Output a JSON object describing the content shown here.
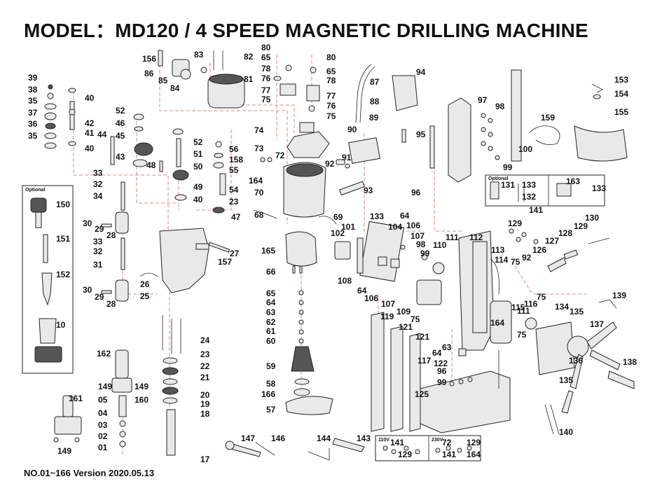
{
  "title": "MODEL：MD120 / 4 SPEED MAGNETIC DRILLING MACHINE",
  "footer": "NO.01~166 Version 2020.05.13",
  "optional_label": "Optional",
  "voltage_110": "110V",
  "voltage_230": "230V",
  "labels": {
    "l39": "39",
    "l38": "38",
    "l35a": "35",
    "l37": "37",
    "l36": "36",
    "l35b": "35",
    "l40a": "40",
    "l42": "42",
    "l41": "41",
    "l40b": "40",
    "l52a": "52",
    "l46": "46",
    "l44": "44",
    "l45": "45",
    "l43": "43",
    "l48": "48",
    "l52b": "52",
    "l51": "51",
    "l50": "50",
    "l49": "49",
    "l40c": "40",
    "l47": "47",
    "l56": "56",
    "l158": "158",
    "l55": "55",
    "l54": "54",
    "l23a": "23",
    "l156": "156",
    "l86": "86",
    "l85": "85",
    "l84": "84",
    "l83": "83",
    "l82": "82",
    "l81": "81",
    "l80a": "80",
    "l65a": "65",
    "l78a": "78",
    "l76a": "76",
    "l77a": "77",
    "l75a": "75",
    "l80b": "80",
    "l65b": "65",
    "l78b": "78",
    "l77b": "77",
    "l76b": "76",
    "l75b": "75",
    "l74": "74",
    "l73": "73",
    "l72": "72",
    "l92a": "92",
    "l164a": "164",
    "l70": "70",
    "l68": "68",
    "l69": "69",
    "l87": "87",
    "l88": "88",
    "l94": "94",
    "l89": "89",
    "l90": "90",
    "l91": "91",
    "l93": "93",
    "l95": "95",
    "l96a": "96",
    "l97": "97",
    "l98a": "98",
    "l99a": "99",
    "l100": "100",
    "l159": "159",
    "l153": "153",
    "l154": "154",
    "l155": "155",
    "l131": "131",
    "l133a": "133",
    "l132": "132",
    "l163": "163",
    "l133b": "133",
    "l33a": "33",
    "l32a": "32",
    "l34": "34",
    "l30a": "30",
    "l29a": "29",
    "l28a": "28",
    "l33b": "33",
    "l32b": "32",
    "l31": "31",
    "l30b": "30",
    "l29b": "29",
    "l28b": "28",
    "l150": "150",
    "l151": "151",
    "l152": "152",
    "l10": "10",
    "l26": "26",
    "l25": "25",
    "l27": "27",
    "l157": "157",
    "l24": "24",
    "l23b": "23",
    "l22": "22",
    "l21": "21",
    "l20": "20",
    "l19": "19",
    "l18": "18",
    "l17": "17",
    "l165": "165",
    "l66": "66",
    "l65c": "65",
    "l64a": "64",
    "l63a": "63",
    "l62": "62",
    "l61": "61",
    "l60": "60",
    "l59": "59",
    "l58": "58",
    "l166": "166",
    "l57": "57",
    "l133c": "133",
    "l102": "102",
    "l101": "101",
    "l104": "104",
    "l64b": "64",
    "l106a": "106",
    "l107a": "107",
    "l98b": "98",
    "l99b": "99",
    "l108": "108",
    "l110": "110",
    "l111a": "111",
    "l112": "112",
    "l113": "113",
    "l114": "114",
    "l64c": "64",
    "l106b": "106",
    "l107b": "107",
    "l109": "109",
    "l75c": "75",
    "l119": "119",
    "l121a": "121",
    "l121b": "121",
    "l64d": "64",
    "l117": "117",
    "l63b": "63",
    "l122": "122",
    "l96b": "96",
    "l99c": "99",
    "l125": "125",
    "l129a": "129",
    "l141a": "141",
    "l128": "128",
    "l129b": "129",
    "l130": "130",
    "l126": "126",
    "l127": "127",
    "l92b": "92",
    "l75d": "75",
    "l75e": "75",
    "l115": "115",
    "l116": "116",
    "l111b": "111",
    "l164b": "164",
    "l134": "134",
    "l135a": "135",
    "l75f": "75",
    "l139": "139",
    "l137": "137",
    "l136": "136",
    "l138": "138",
    "l135b": "135",
    "l140": "140",
    "l162": "162",
    "l149a": "149",
    "l149b": "149",
    "l05": "05",
    "l160": "160",
    "l04": "04",
    "l03": "03",
    "l02": "02",
    "l01": "01",
    "l161": "161",
    "l149c": "149",
    "l147": "147",
    "l146": "146",
    "l144": "144",
    "l143": "143",
    "l141b": "141",
    "l129c": "129",
    "l72b": "72",
    "l129d": "129",
    "l141c": "141",
    "l164c": "164"
  }
}
